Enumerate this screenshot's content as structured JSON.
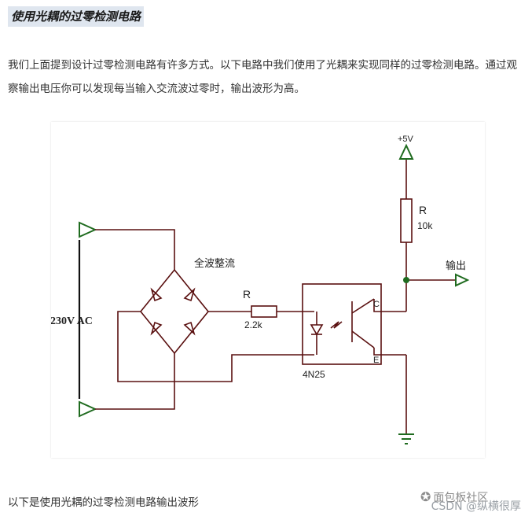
{
  "heading": "使用光耦的过零检测电路",
  "paragraph": "我们上面提到设计过零检测电路有许多方式。以下电路中我们使用了光耦来实现同样的过零检测电路。通过观察输出电压你可以发现每当输入交流波过零时，输出波形为高。",
  "caption": "以下是使用光耦的过零检测电路输出波形",
  "watermark": {
    "wechat": "面包板社区",
    "csdn": "CSDN @纵横很厚"
  },
  "diagram": {
    "vcc": "+5V",
    "pullup_name": "R",
    "pullup_value": "10k",
    "output": "输出",
    "rectifier": "全波整流",
    "series_name": "R",
    "series_value": "2.2k",
    "ac_source": "230V AC",
    "optocoupler": "4N25",
    "pin_c": "C",
    "pin_e": "E"
  }
}
